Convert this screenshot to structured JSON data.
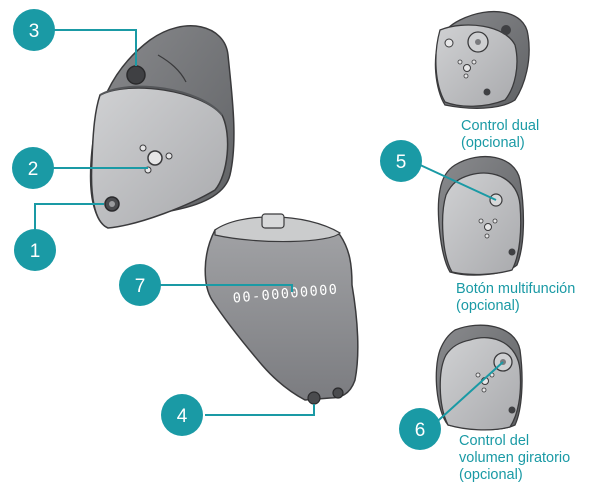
{
  "callouts": {
    "c1": "1",
    "c2": "2",
    "c3": "3",
    "c4": "4",
    "c5": "5",
    "c6": "6",
    "c7": "7"
  },
  "serial_number": "00-00000000",
  "captions": {
    "dual": [
      "Control dual",
      "(opcional)"
    ],
    "multifunction": [
      "Botón multifunción",
      "(opcional)"
    ],
    "volume": [
      "Control del",
      "volumen giratorio",
      "(opcional)"
    ]
  },
  "colors": {
    "callout_teal": "#1a9aa5",
    "callout_text": "#ffffff",
    "body_dark": "#6f7174",
    "body_mid": "#98999c",
    "faceplate": "#c4c5c7",
    "outline": "#3a3a3c"
  }
}
